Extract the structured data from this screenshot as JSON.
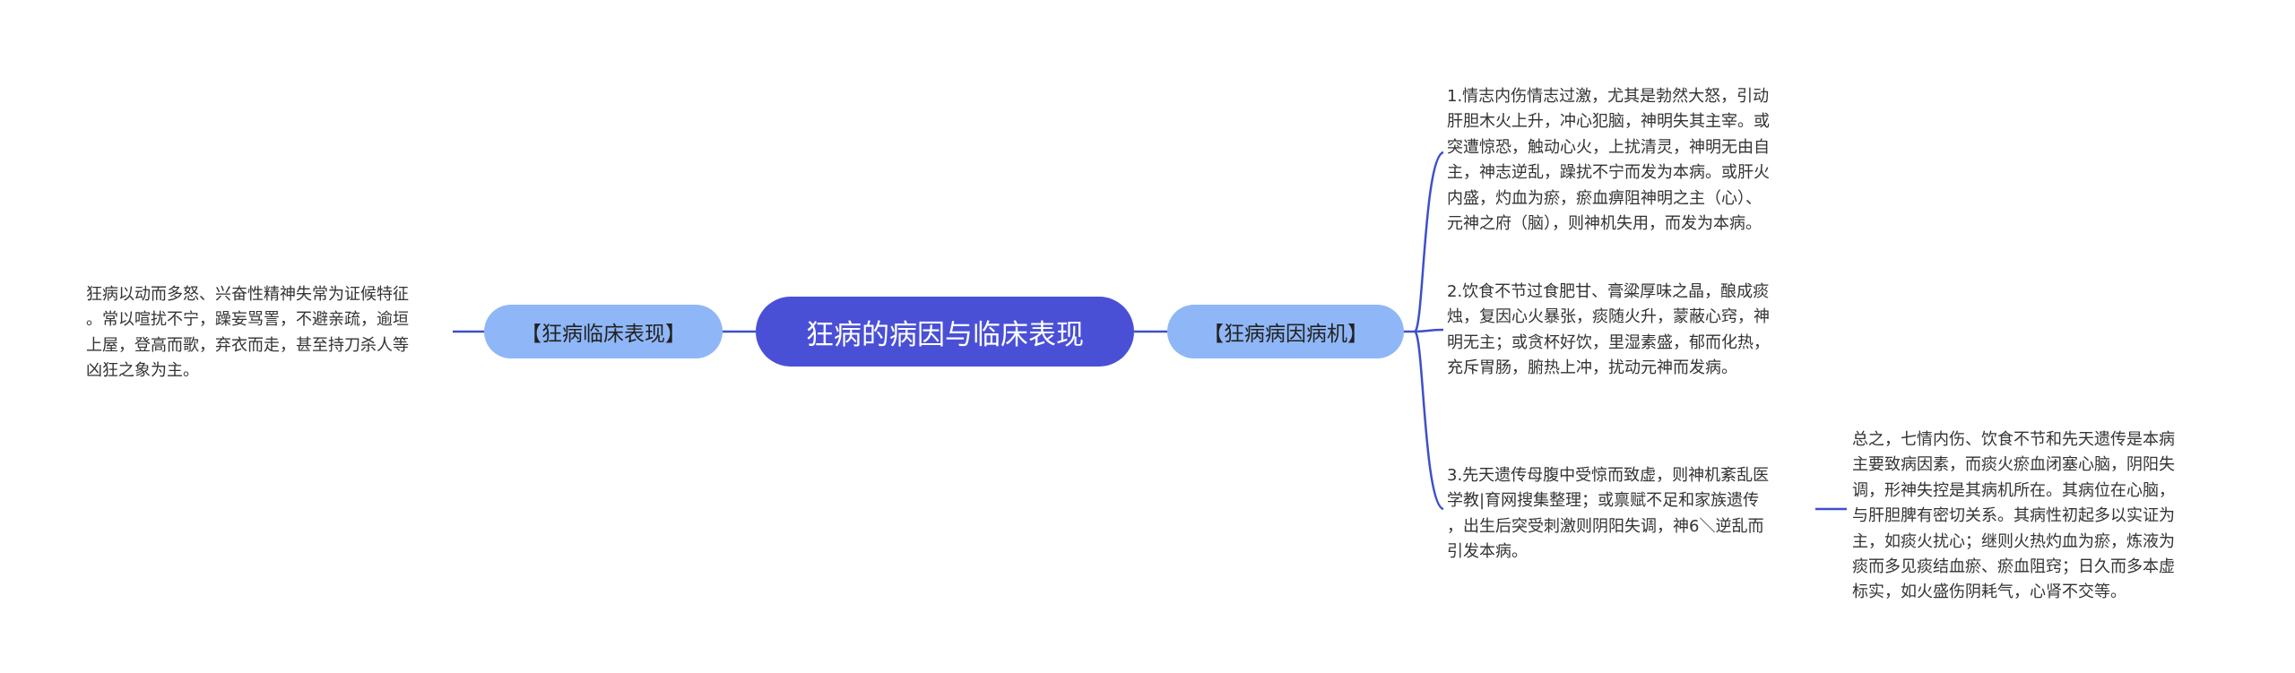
{
  "root": {
    "label": "狂病的病因与临床表现"
  },
  "branches": {
    "left": {
      "label": "【狂病临床表现】"
    },
    "right": {
      "label": "【狂病病因病机】"
    }
  },
  "leaves": {
    "clinical": {
      "lines": [
        "狂病以动而多怒、兴奋性精神失常为证候特征",
        "。常以喧扰不宁，躁妄骂詈，不避亲疏，逾垣",
        "上屋，登高而歌，弃衣而走，甚至持刀杀人等",
        "凶狂之象为主。"
      ]
    },
    "cause1": {
      "lines": [
        "1.情志内伤情志过激，尤其是勃然大怒，引动",
        "肝胆木火上升，冲心犯脑，神明失其主宰。或",
        "突遭惊恐，触动心火，上扰清灵，神明无由自",
        "主，神志逆乱，躁扰不宁而发为本病。或肝火",
        "内盛，灼血为瘀，瘀血痹阻神明之主（心）、",
        "元神之府（脑），则神机失用，而发为本病。"
      ]
    },
    "cause2": {
      "lines": [
        "2.饮食不节过食肥甘、膏粱厚味之晶，酿成痰",
        "烛，复因心火暴张，痰随火升，蒙蔽心窍，神",
        "明无主；或贪杯好饮，里湿素盛，郁而化热，",
        "充斥胃肠，腑热上冲，扰动元神而发病。"
      ]
    },
    "cause3": {
      "lines": [
        "3.先天遗传母腹中受惊而致虚，则神机紊乱医",
        "学教|育网搜集整理；或禀赋不足和家族遗传",
        "，出生后突受刺激则阴阳失调，神6＼逆乱而",
        "引发本病。"
      ]
    },
    "summary": {
      "lines": [
        "总之，七情内伤、饮食不节和先天遗传是本病",
        "主要致病因素，而痰火瘀血闭塞心脑，阴阳失",
        "调，形神失控是其病机所在。其病位在心脑，",
        "与肝胆脾有密切关系。其病性初起多以实证为",
        "主，如痰火扰心；继则火热灼血为瘀，炼液为",
        "痰而多见痰结血瘀、瘀血阻窍；日久而多本虚",
        "标实，如火盛伤阴耗气，心肾不交等。"
      ]
    }
  }
}
